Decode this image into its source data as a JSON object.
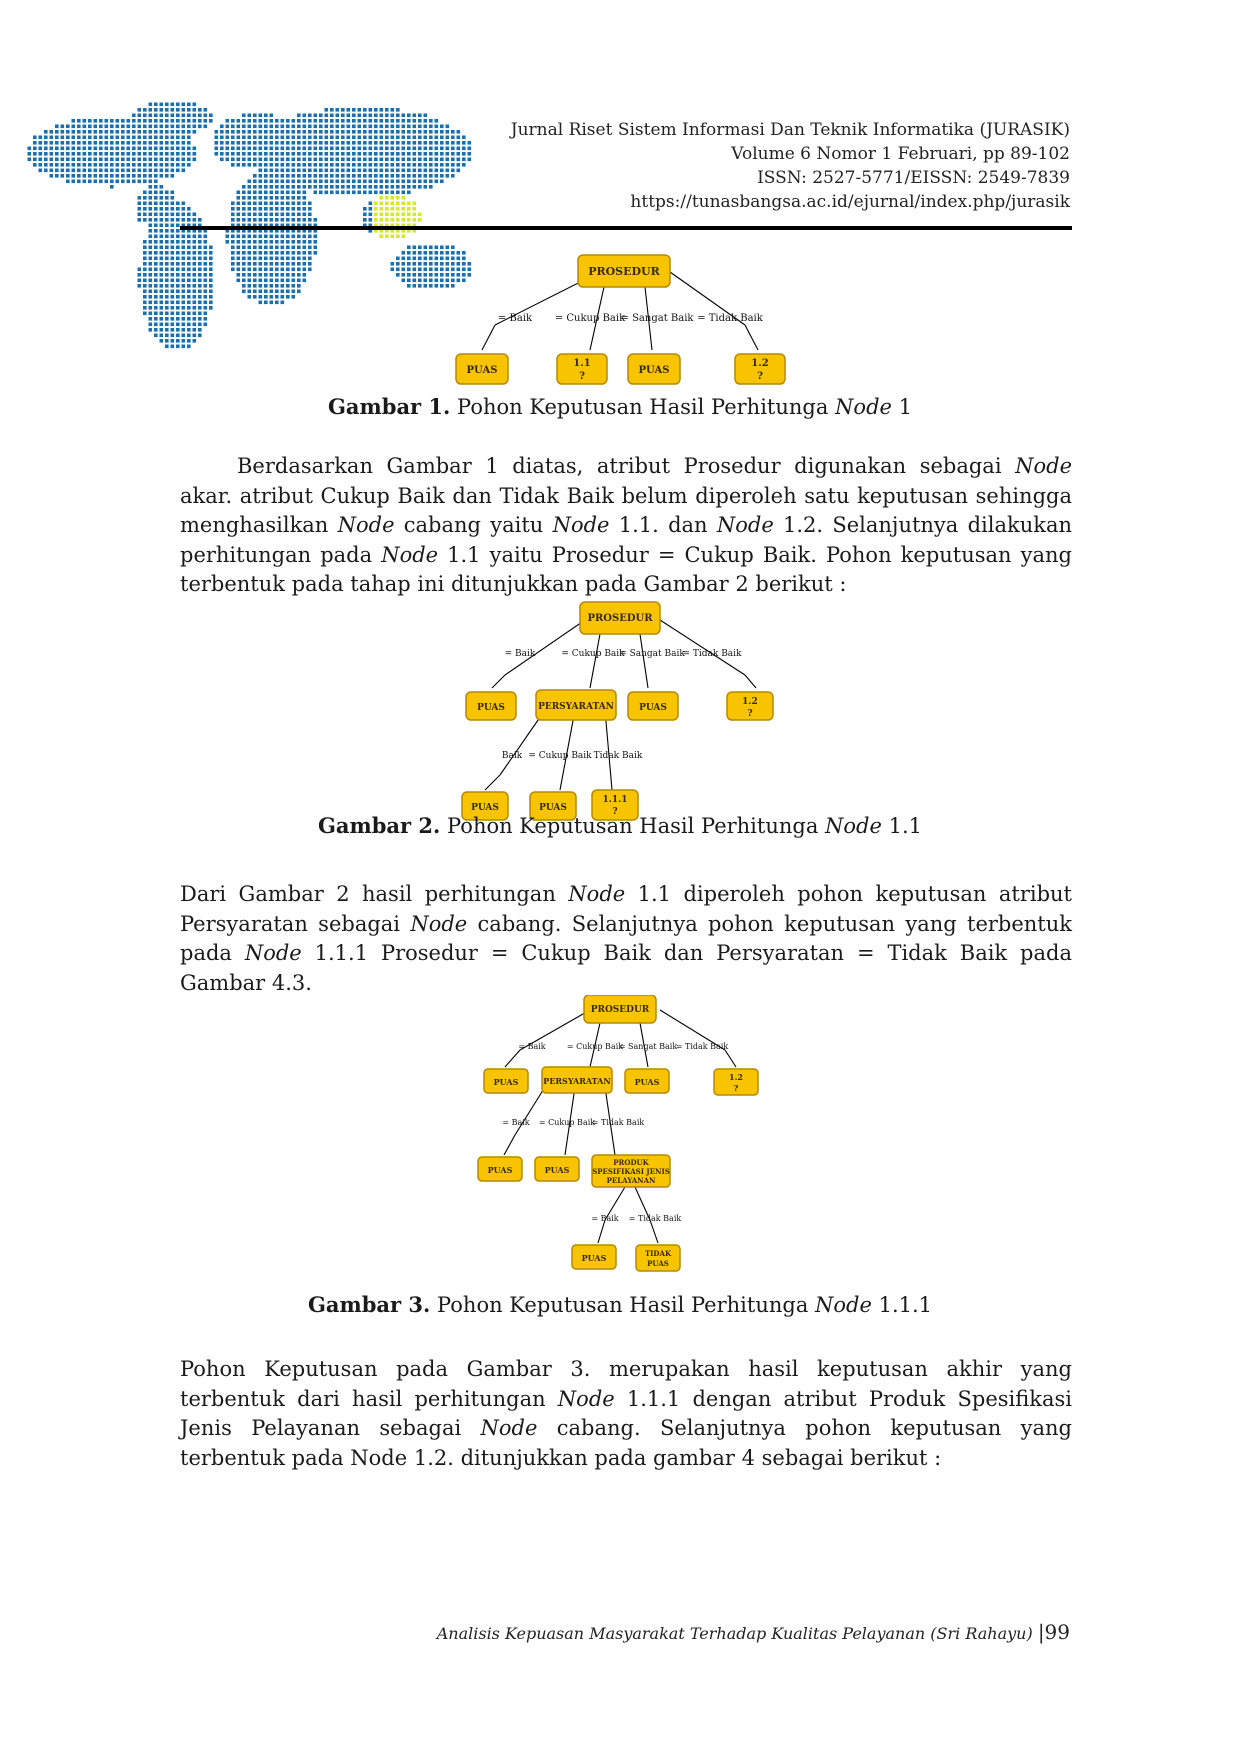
{
  "header": {
    "journal": "Jurnal Riset Sistem Informasi Dan Teknik Informatika (JURASIK)",
    "volume": "Volume 6 Nomor 1 Februari, pp 89-102",
    "issn": "ISSN: 2527-5771/EISSN: 2549-7839",
    "url": "https://tunasbangsa.ac.id/ejurnal/index.php/jurasik"
  },
  "colors": {
    "node_fill": "#f8c400",
    "node_stroke": "#b58900",
    "map_dot": "#1a6fb0",
    "map_highlight": "#d6e82a"
  },
  "figure1": {
    "nodes": {
      "root": "PROSEDUR",
      "n1": "PUAS",
      "n2a": "1.1",
      "n2b": "?",
      "n3": "PUAS",
      "n4a": "1.2",
      "n4b": "?"
    },
    "edges": {
      "e1": "= Baik",
      "e2": "= Cukup Baik",
      "e3": "= Sangat Baik",
      "e4": "= Tidak Baik"
    },
    "caption_bold": "Gambar 1.",
    "caption_text": " Pohon Keputusan Hasil Perhitunga ",
    "caption_italic": "Node",
    "caption_tail": " 1"
  },
  "para1": {
    "t1": "Berdasarkan Gambar 1 diatas, atribut Prosedur digunakan sebagai ",
    "i1": "Node",
    "t2": " akar. atribut Cukup Baik dan Tidak Baik belum diperoleh satu keputusan sehingga menghasilkan ",
    "i2": "Node",
    "t3": " cabang yaitu ",
    "i3": "Node",
    "t4": " 1.1. dan ",
    "i4": "Node",
    "t5": " 1.2. Selanjutnya dilakukan perhitungan pada ",
    "i5": "Node",
    "t6": " 1.1 yaitu Prosedur = Cukup Baik. Pohon keputusan yang terbentuk pada tahap ini ditunjukkan pada Gambar 2 berikut :"
  },
  "figure2": {
    "nodes": {
      "root": "PROSEDUR",
      "n1": "PUAS",
      "n2": "PERSYARATAN",
      "n3": "PUAS",
      "n4a": "1.2",
      "n4b": "?",
      "m1": "PUAS",
      "m2": "PUAS",
      "m3a": "1.1.1",
      "m3b": "?"
    },
    "edges": {
      "e1": "= Baik",
      "e2": "= Cukup Baik",
      "e3": "= Sangat Baik",
      "e4": "= Tidak Baik",
      "f1": "Baik",
      "f2": "= Cukup Baik",
      "f3": "Tidak Baik"
    },
    "caption_bold": "Gambar 2.",
    "caption_text": " Pohon Keputusan Hasil Perhitunga ",
    "caption_italic": "Node",
    "caption_tail": " 1.1"
  },
  "para2": {
    "t1": "Dari Gambar 2 hasil perhitungan ",
    "i1": "Node",
    "t2": " 1.1 diperoleh pohon keputusan atribut Persyaratan sebagai ",
    "i2": "Node",
    "t3": " cabang. Selanjutnya pohon keputusan yang terbentuk pada ",
    "i3": "Node",
    "t4": " 1.1.1 Prosedur = Cukup Baik dan Persyaratan = Tidak Baik pada Gambar 4.3."
  },
  "figure3": {
    "nodes": {
      "root": "PROSEDUR",
      "n1": "PUAS",
      "n2": "PERSYARATAN",
      "n3": "PUAS",
      "n4a": "1.2",
      "n4b": "?",
      "m1": "PUAS",
      "m2": "PUAS",
      "m3a": "PRODUK",
      "m3b": "SPESIFIKASI JENIS",
      "m3c": "PELAYANAN",
      "k1": "PUAS",
      "k2a": "TIDAK",
      "k2b": "PUAS"
    },
    "edges": {
      "e1": "= Baik",
      "e2": "= Cukup Baik",
      "e3": "= Sangat Baik",
      "e4": "= Tidak Baik",
      "f1": "= Baik",
      "f2": "= Cukup Baik",
      "f3": "= Tidak Baik",
      "g1": "= Baik",
      "g2": "= Tidak Baik"
    },
    "caption_bold": "Gambar 3.",
    "caption_text": " Pohon Keputusan Hasil Perhitunga ",
    "caption_italic": "Node",
    "caption_tail": " 1.1.1"
  },
  "para3": {
    "t1": "Pohon Keputusan pada Gambar 3. merupakan hasil keputusan akhir yang terbentuk dari hasil perhitungan ",
    "i1": "Node",
    "t2": " 1.1.1 dengan atribut Produk Spesifikasi Jenis Pelayanan sebagai ",
    "i2": "Node",
    "t3": " cabang. Selanjutnya pohon keputusan yang terbentuk pada Node 1.2. ditunjukkan pada gambar 4 sebagai berikut :"
  },
  "footer": {
    "running_title": "Analisis Kepuasan Masyarakat Terhadap Kualitas Pelayanan (Sri Rahayu)",
    "page_number": "|99"
  }
}
